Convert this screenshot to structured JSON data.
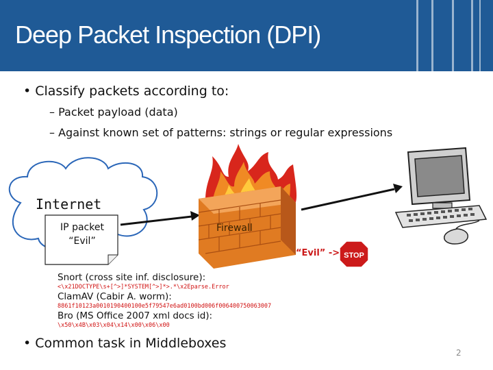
{
  "slide": {
    "title": "Deep Packet Inspection (DPI)",
    "page_number": "2"
  },
  "bullets": {
    "main": "•  Classify packets according to:",
    "sub": [
      "–  Packet payload (data)",
      "–  Against known set of patterns: strings or regular expressions"
    ],
    "bottom": "•  Common task in Middleboxes"
  },
  "diagram": {
    "internet_label": "Internet",
    "packet_line1": "IP packet",
    "packet_line2": "“Evil”",
    "firewall_label": "Firewall",
    "evil_label": "“Evil” ->",
    "stop_text": "STOP"
  },
  "signatures": [
    {
      "name": "Snort (cross site inf. disclosure):",
      "pattern": "<\\x21DOCTYPE\\s+[^>]*SYSTEM[^>]*>.*\\x2Eparse.Error"
    },
    {
      "name": "ClamAV (Cabir A. worm):",
      "pattern": "8861f10123a0010190400100e5f79547e6ad0100bd006f006400750063007"
    },
    {
      "name": "Bro (MS Office 2007 xml docs id):",
      "pattern": "\\x50\\x4B\\x03\\x04\\x14\\x00\\x06\\x00"
    }
  ],
  "colors": {
    "title_bar": "#1f5a96",
    "pattern_text": "#d01010",
    "stop_sign": "#cc1a1a",
    "brick": "#e07b22"
  }
}
